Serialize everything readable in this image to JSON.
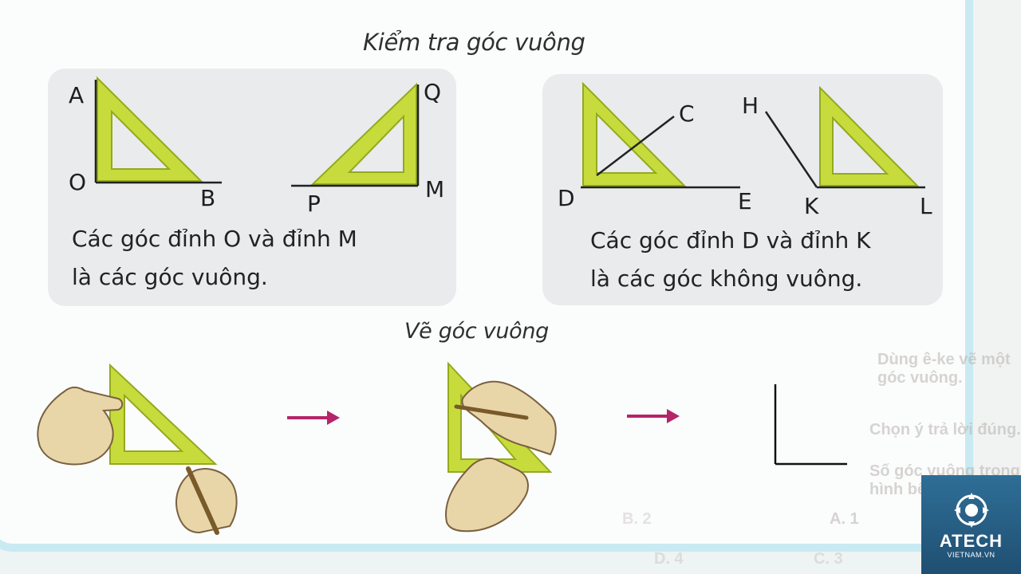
{
  "headings": {
    "check": "Kiểm tra góc vuông",
    "draw": "Vẽ góc vuông"
  },
  "left_panel": {
    "labels": {
      "a": "A",
      "o": "O",
      "b": "B",
      "q": "Q",
      "p": "P",
      "m": "M"
    },
    "caption_line1": "Các góc đỉnh O và đỉnh M",
    "caption_line2": "là các góc vuông."
  },
  "right_panel": {
    "labels": {
      "c": "C",
      "d": "D",
      "e": "E",
      "h": "H",
      "k": "K",
      "l": "L"
    },
    "caption_line1": "Các góc đỉnh D và đỉnh K",
    "caption_line2": "là các góc không vuông."
  },
  "colors": {
    "set_square_fill": "#c7dc3c",
    "set_square_edge": "#94a91e",
    "arrow": "#b5256a",
    "panel_bg": "#e9ebec"
  },
  "logo": {
    "name": "ATECH",
    "sub": "VIETNAM.VN",
    "icon": "atech-logo-icon"
  },
  "background_text": {
    "line1": "Dùng ê-ke vẽ một góc vuông.",
    "line2": "Chọn ý trả lời đúng.",
    "line3": "Số góc vuông trong hình bên",
    "opt_a": "A. 1",
    "opt_b": "B. 2",
    "opt_c": "C. 3",
    "opt_d": "D. 4"
  }
}
